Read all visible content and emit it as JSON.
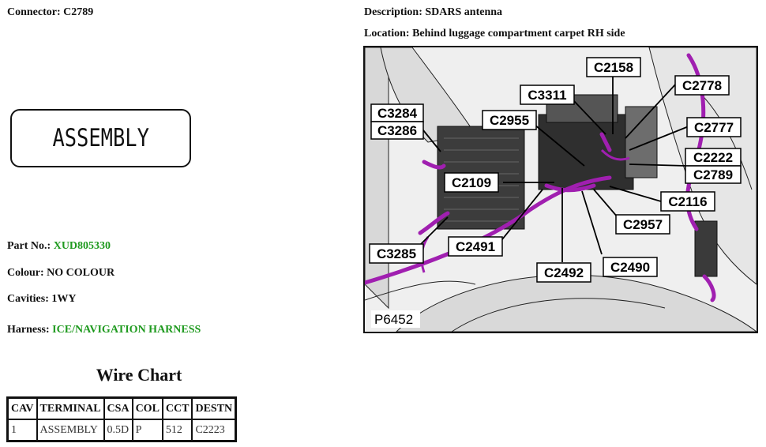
{
  "connector": {
    "label": "Connector:",
    "value": "C2789"
  },
  "assembly_symbol": {
    "text": "ASSEMBLY"
  },
  "part": {
    "label": "Part No.:",
    "value": "XUD805330"
  },
  "colour": {
    "label": "Colour:",
    "value": "NO COLOUR"
  },
  "cavities": {
    "label": "Cavities:",
    "value": "1WY"
  },
  "harness": {
    "label": "Harness:",
    "value": "ICE/NAVIGATION HARNESS"
  },
  "description": {
    "label": "Description:",
    "value": "SDARS antenna"
  },
  "location": {
    "label": "Location:",
    "value": "Behind luggage compartment carpet RH side"
  },
  "wire_chart": {
    "title": "Wire Chart",
    "headers": [
      "CAV",
      "TERMINAL",
      "CSA",
      "COL",
      "CCT",
      "DESTN"
    ],
    "rows": [
      [
        "1",
        "ASSEMBLY",
        "0.5D",
        "P",
        "512",
        "C2223"
      ]
    ]
  },
  "diagram": {
    "figure_id": "P6452",
    "callouts": [
      "C2158",
      "C2778",
      "C3311",
      "C3284",
      "C3286",
      "C2955",
      "C2777",
      "C2222",
      "C2789",
      "C2109",
      "C2116",
      "C2957",
      "C2491",
      "C3285",
      "C2492",
      "C2490"
    ],
    "colors": {
      "harness": "#a01fb0",
      "callout_bg": "#ffffff",
      "callout_border": "#000000"
    }
  }
}
